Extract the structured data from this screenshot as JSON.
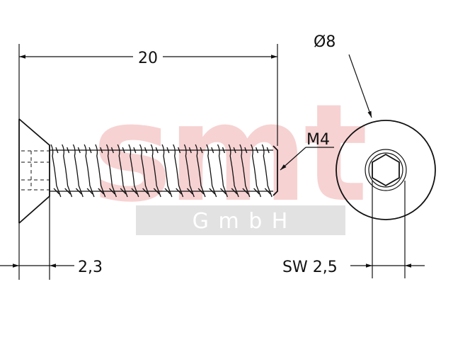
{
  "watermark": {
    "brand_letters": "smt",
    "company": "G m b H",
    "brand_color": "#f7d2d2",
    "bar_color": "#e2e2e2"
  },
  "dimensions": {
    "length": "20",
    "head_height": "2,3",
    "thread": "M4",
    "head_diameter": "Ø8",
    "socket_size": "SW 2,5"
  },
  "colors": {
    "line": "#111111",
    "background": "#ffffff"
  }
}
